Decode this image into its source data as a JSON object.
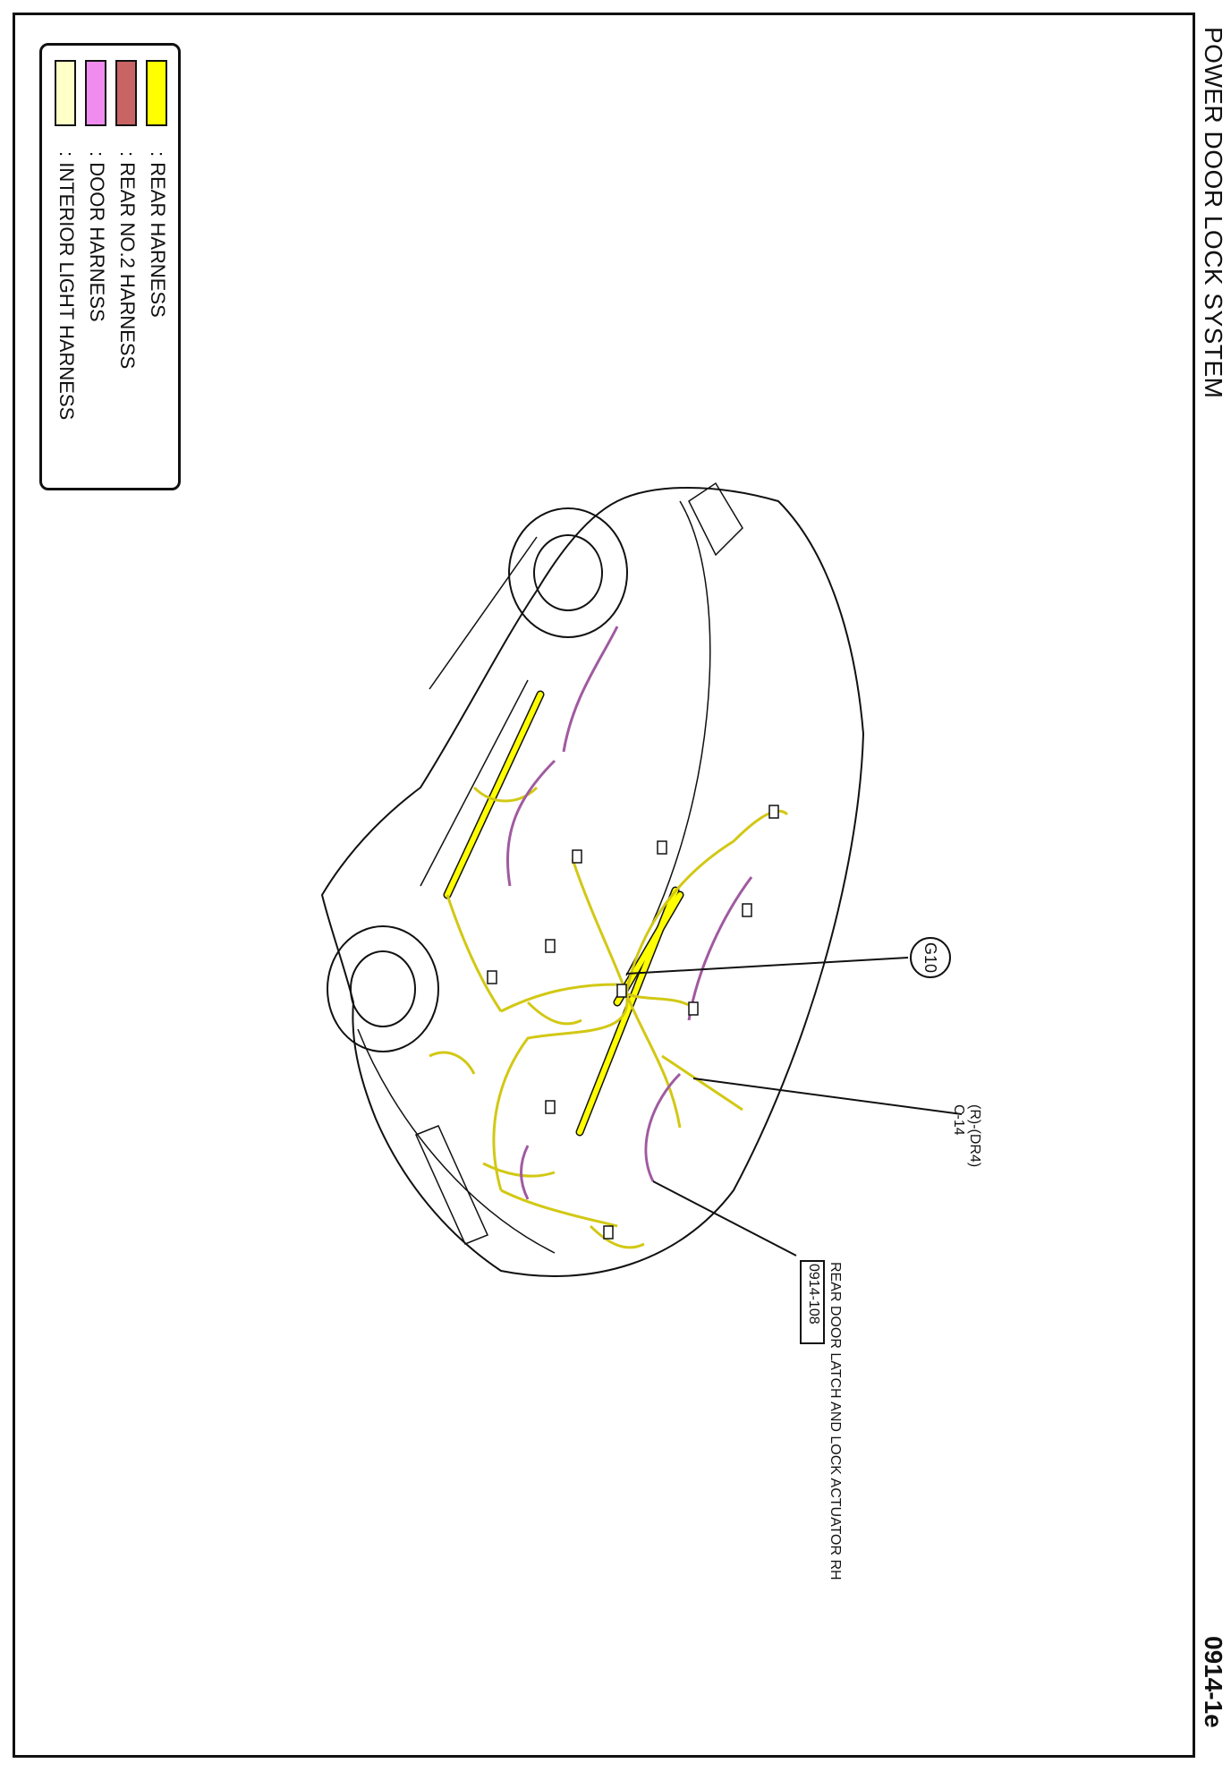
{
  "header": {
    "title": "POWER DOOR LOCK SYSTEM",
    "page_number": "0914-1e"
  },
  "legend": {
    "items": [
      {
        "label": ": REAR HARNESS",
        "color": "#ffff00"
      },
      {
        "label": ": REAR NO.2 HARNESS",
        "color": "#c86464"
      },
      {
        "label": ": DOOR HARNESS",
        "color": "#f08cf0"
      },
      {
        "label": ": INTERIOR LIGHT HARNESS",
        "color": "#ffffc8"
      }
    ]
  },
  "callouts": {
    "ground": "G10",
    "connector_line1": "(R)-(DR4)",
    "connector_line2": "C-14",
    "component": "REAR DOOR LATCH AND LOCK ACTUATOR RH",
    "component_ref": "0914-108"
  },
  "colors": {
    "line": "#111111",
    "rear_harness_wire": "#e6e61e",
    "door_harness_wire": "#a05aa0",
    "rear_no2_wire": "#a04646"
  }
}
